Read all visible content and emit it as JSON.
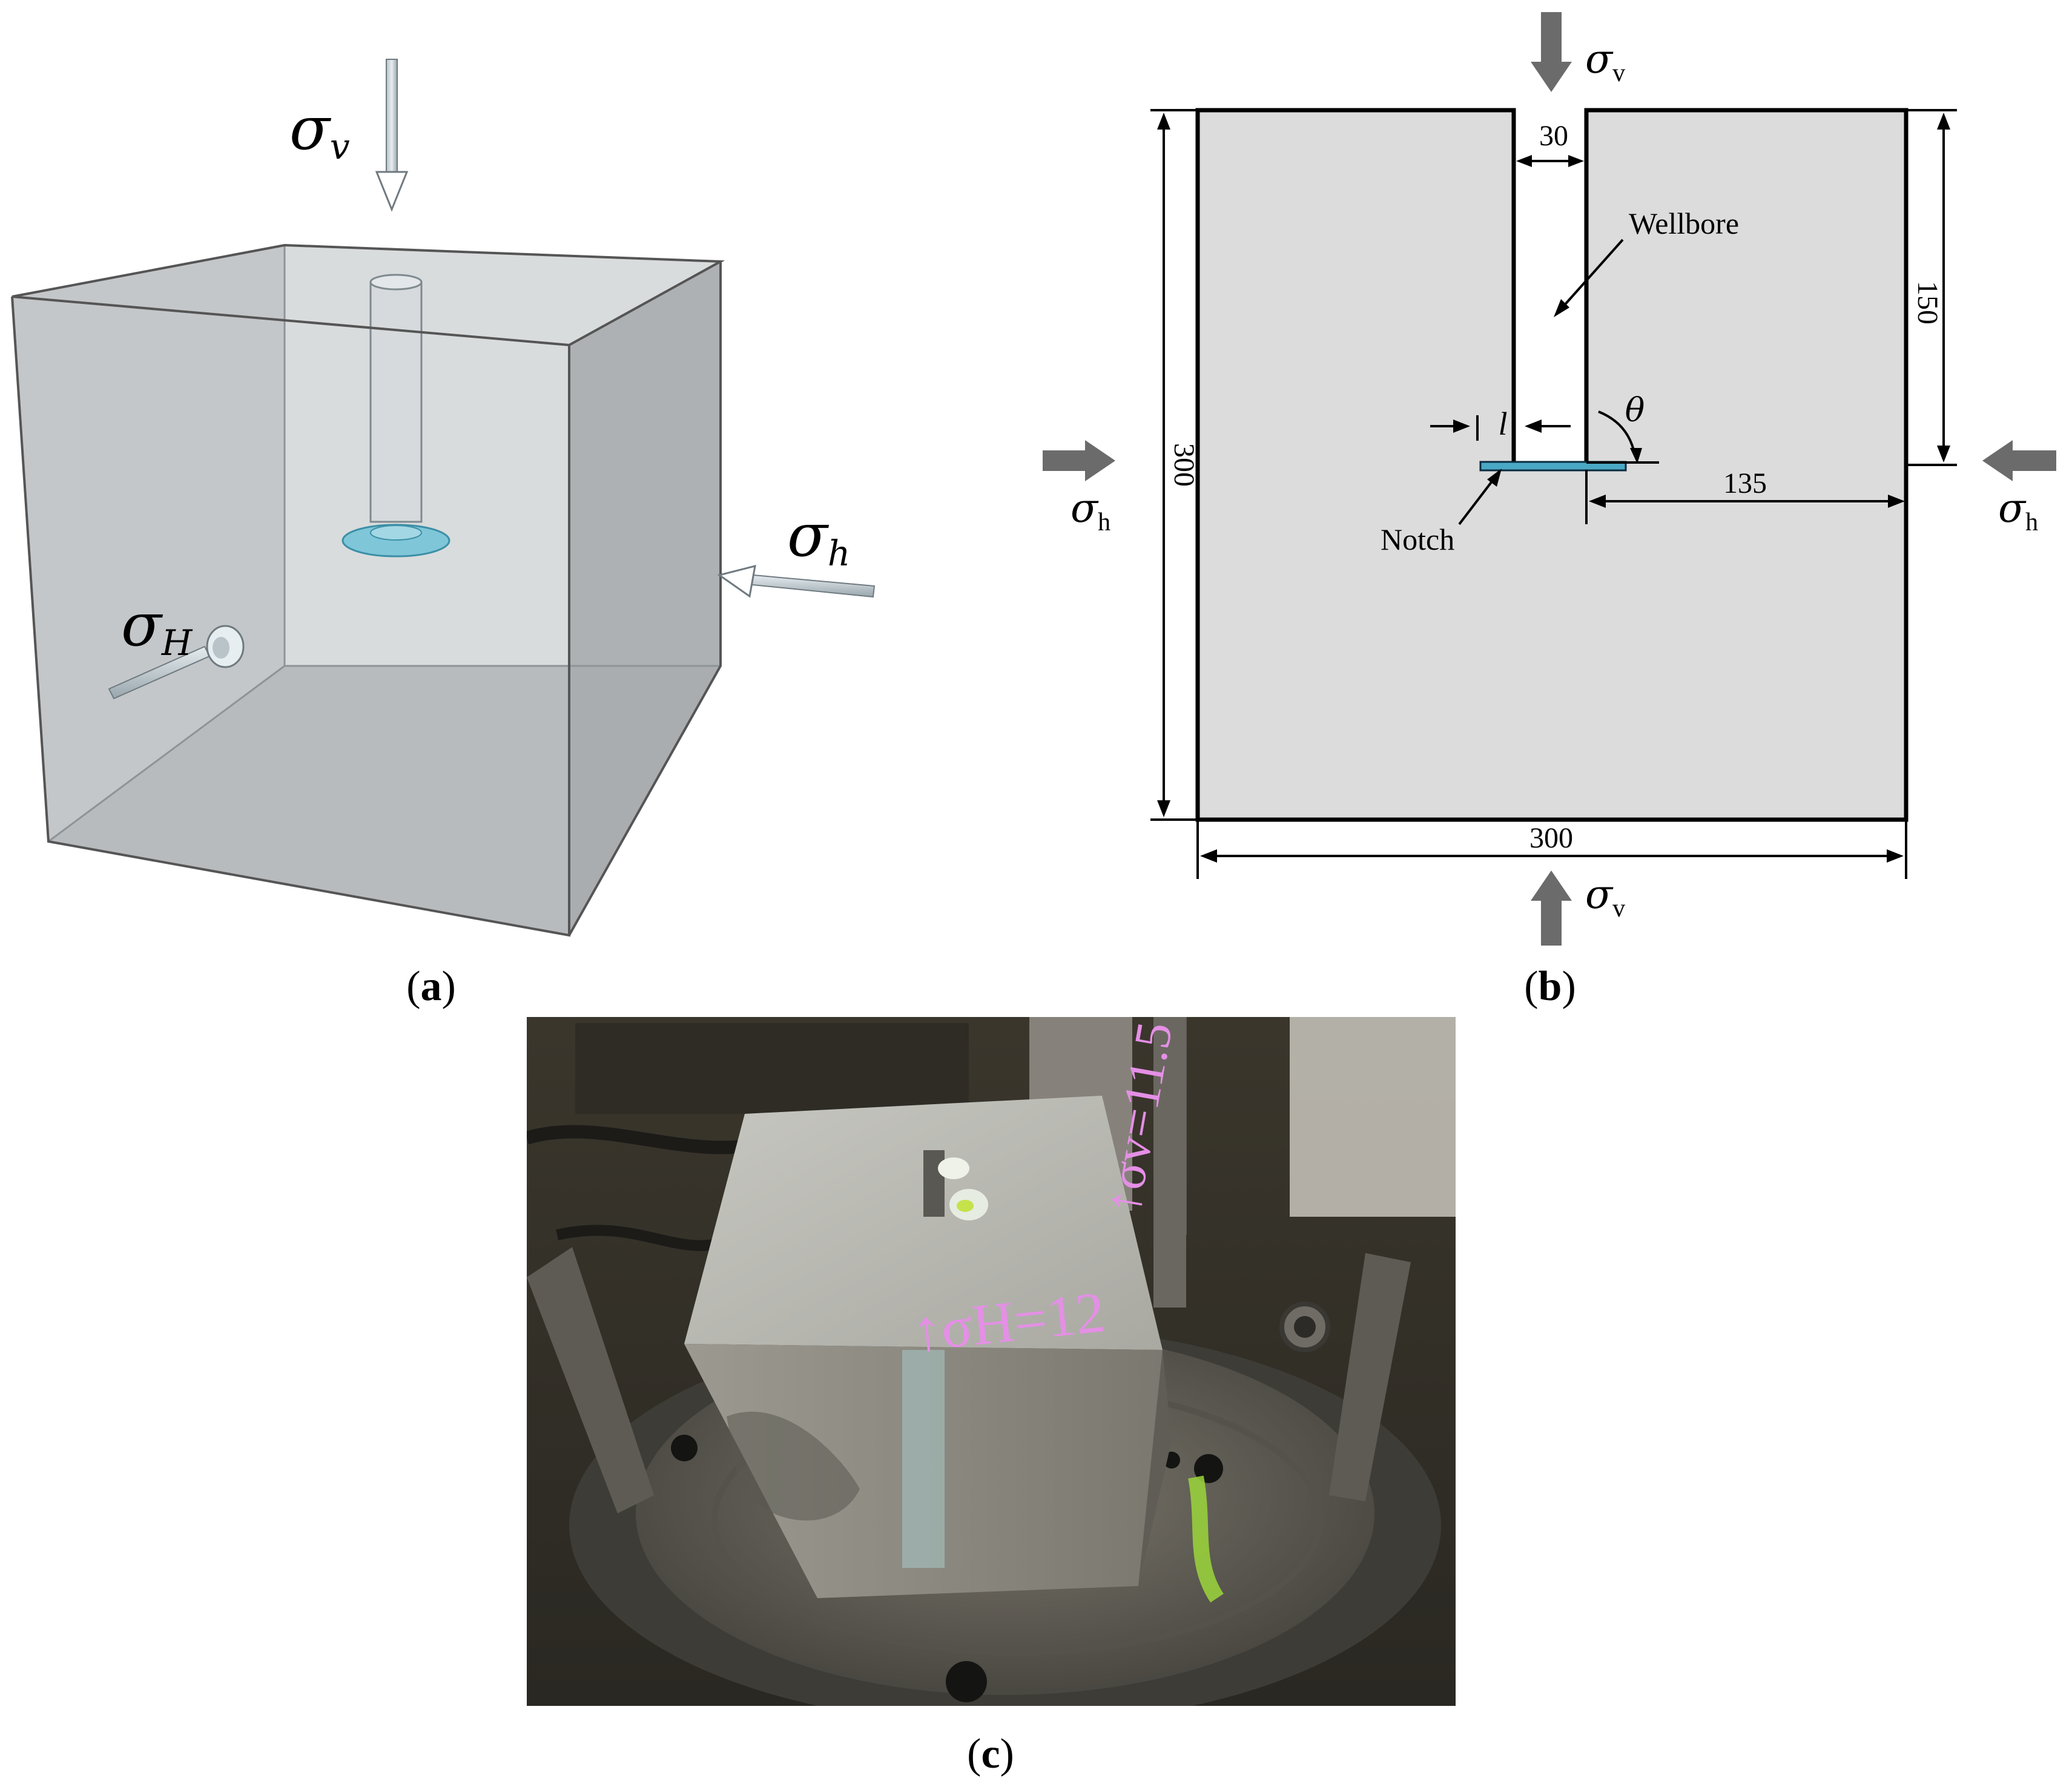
{
  "panel_a": {
    "caption_letter": "a",
    "sigma_v": {
      "symbol": "σ",
      "sub": "v"
    },
    "sigma_h": {
      "symbol": "σ",
      "sub": "h"
    },
    "sigma_H": {
      "symbol": "σ",
      "sub": "H"
    }
  },
  "panel_b": {
    "caption_letter": "b",
    "sigma": "σ",
    "sub_v": "v",
    "sub_h": "h",
    "dim_width_top": "30",
    "dim_150": "150",
    "dim_300_vertical": "300",
    "dim_300_bottom": "300",
    "dim_135": "135",
    "wellbore_label": "Wellbore",
    "notch_label": "Notch",
    "l_label": "l",
    "theta_label": "θ"
  },
  "panel_c": {
    "caption_letter": "c",
    "photo_marking_1": "↑σH=12",
    "photo_marking_2": "↑σv=11.5"
  },
  "colors": {
    "block_fill": "#dcdcdc",
    "notch": "#4aa8c4",
    "arrow_grey": "#6b6b6b"
  }
}
